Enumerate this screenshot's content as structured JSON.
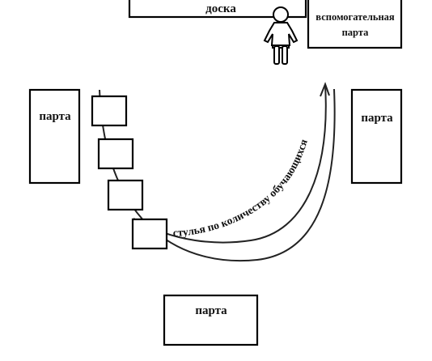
{
  "diagram": {
    "board": {
      "label": "доска"
    },
    "aux_desk": {
      "label_line1": "вспомогательная",
      "label_line2": "парта"
    },
    "teacher": {
      "icon": "teacher-figure-icon"
    },
    "desk_left": {
      "label": "парта"
    },
    "desk_right": {
      "label": "парта"
    },
    "desk_bottom": {
      "label": "парта"
    },
    "chairs": {
      "count": 4
    },
    "arc_label": "стулья по количеству обучающихся",
    "colors": {
      "stroke": "#000000",
      "background": "#ffffff",
      "text": "#111111"
    }
  }
}
